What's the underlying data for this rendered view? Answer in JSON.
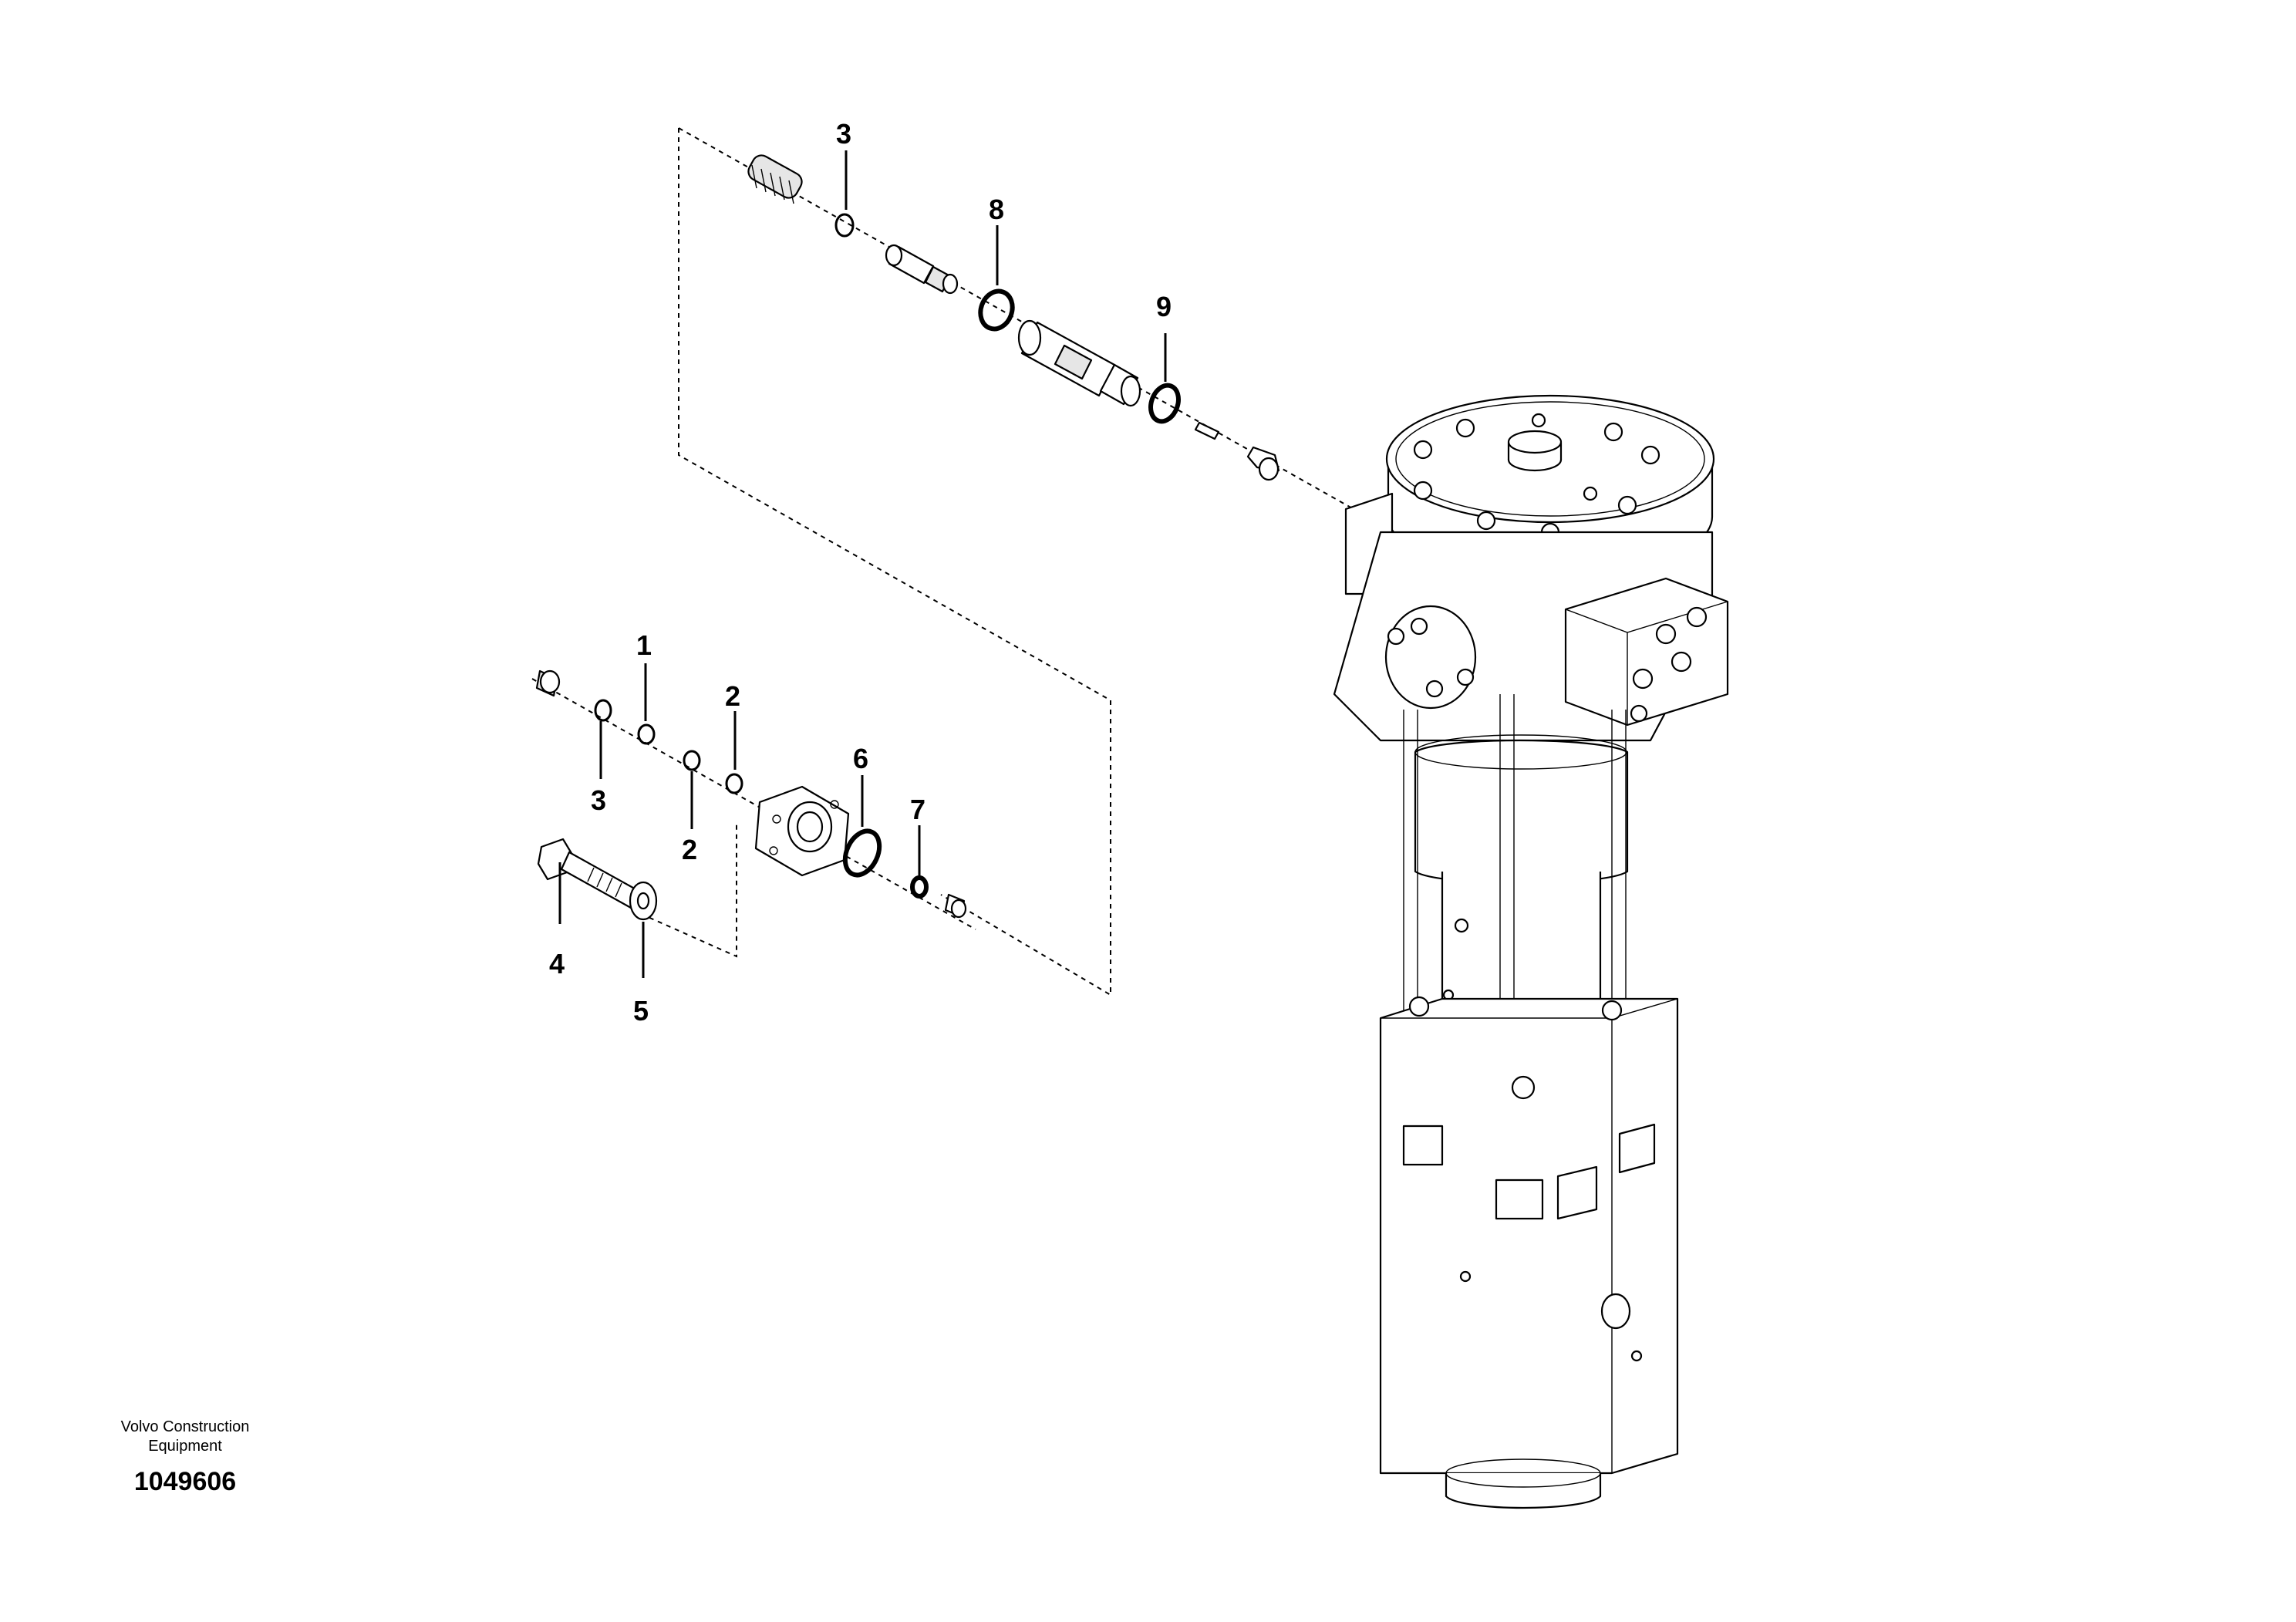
{
  "diagram": {
    "callouts": [
      {
        "id": "c3_top",
        "text": "3"
      },
      {
        "id": "c8",
        "text": "8"
      },
      {
        "id": "c9",
        "text": "9"
      },
      {
        "id": "c1",
        "text": "1"
      },
      {
        "id": "c2_right",
        "text": "2"
      },
      {
        "id": "c3_low",
        "text": "3"
      },
      {
        "id": "c2_low",
        "text": "2"
      },
      {
        "id": "c6",
        "text": "6"
      },
      {
        "id": "c7",
        "text": "7"
      },
      {
        "id": "c4",
        "text": "4"
      },
      {
        "id": "c5",
        "text": "5"
      }
    ]
  },
  "caption": {
    "org_line1": "Volvo Construction",
    "org_line2": "Equipment",
    "drawing_number": "1049606"
  }
}
